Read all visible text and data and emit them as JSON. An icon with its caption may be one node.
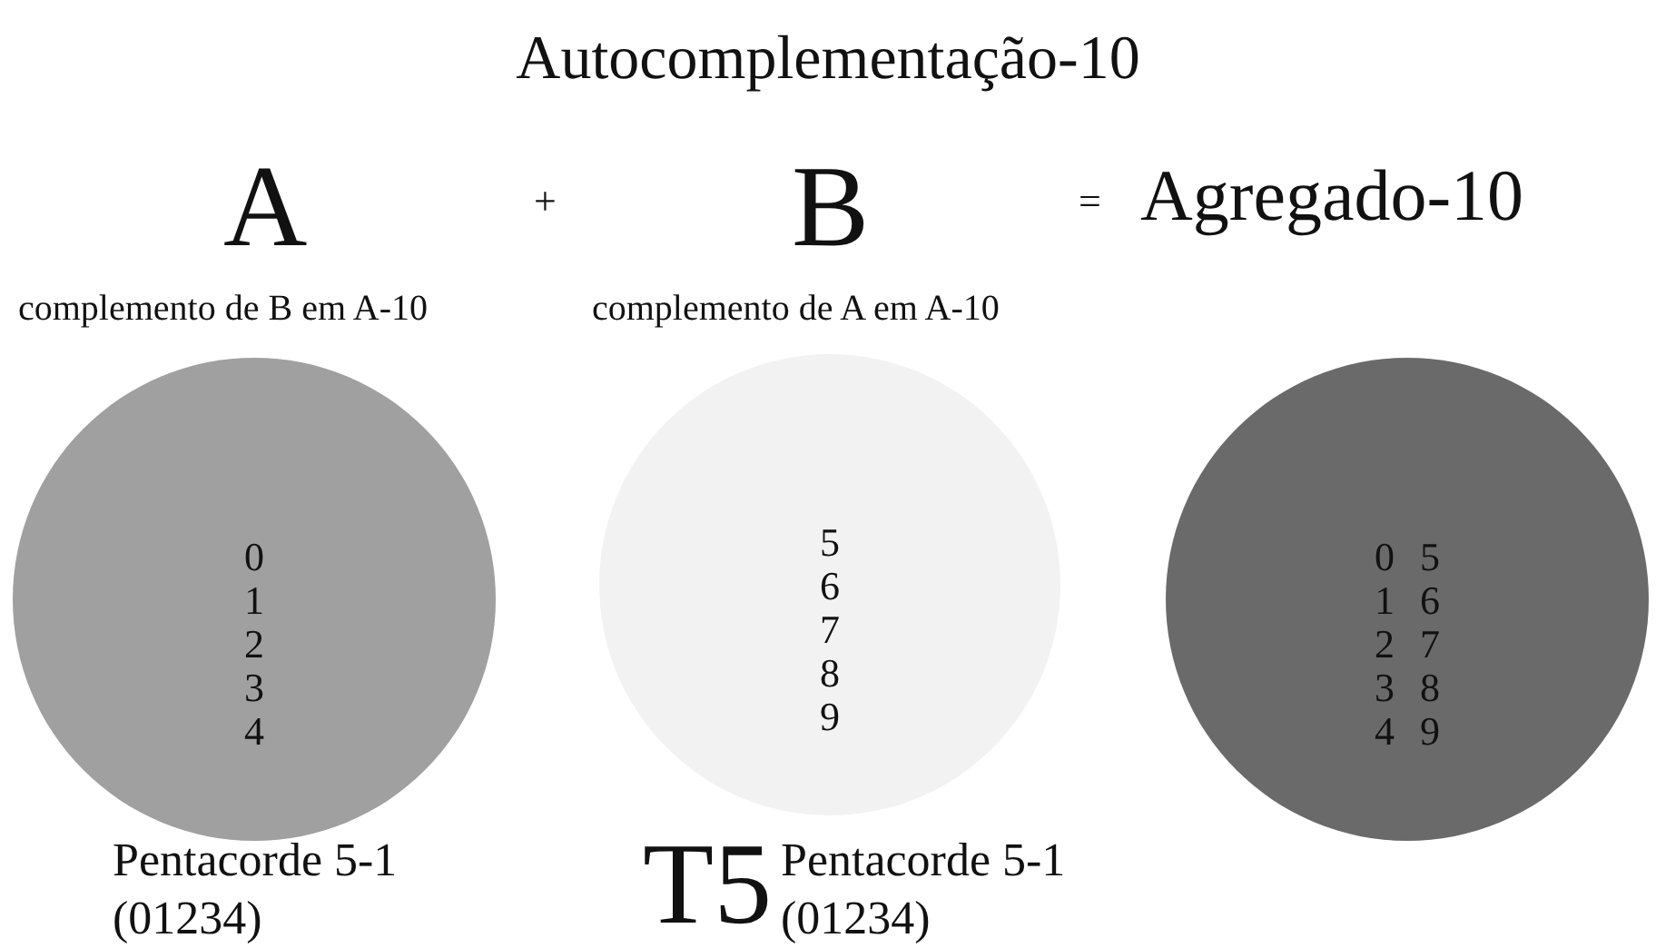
{
  "diagram": {
    "title": "Autocomplementação-10",
    "nodes": [
      {
        "text": [
          "0 1 2 3 4"
        ],
        "beside": [
          "Pentacorde 5-1 (01234)"
        ]
      },
      {
        "text": [
          "5 6 7 8 9"
        ],
        "beside": [
          "T5",
          "Pentacorde 5-1 (01234)"
        ]
      },
      {
        "text": [
          "0 1 2 3 4",
          "5 6 7 8 9"
        ]
      }
    ],
    "edges": [],
    "labels": [
      "A",
      "+",
      "B",
      "=",
      "Agregado-10",
      "complemento de B em A-10",
      "complemento de A em A-10"
    ]
  }
}
